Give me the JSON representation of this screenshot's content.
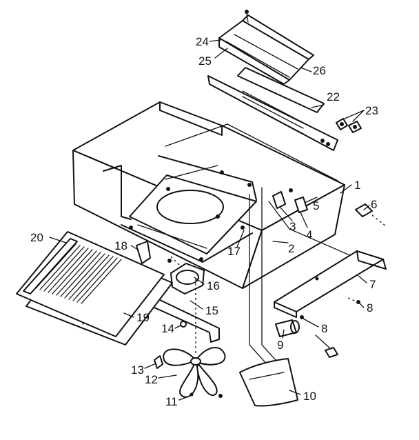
{
  "diagram": {
    "parts": [
      {
        "number": "1",
        "name": "range-hood-body"
      },
      {
        "number": "2",
        "name": "wiring"
      },
      {
        "number": "3",
        "name": "switch"
      },
      {
        "number": "4",
        "name": "switch"
      },
      {
        "number": "5",
        "name": "screw"
      },
      {
        "number": "6",
        "name": "connector"
      },
      {
        "number": "7",
        "name": "light-lens-bracket"
      },
      {
        "number": "8",
        "name": "screw"
      },
      {
        "number": "8",
        "name": "screw"
      },
      {
        "number": "9",
        "name": "lamp-socket"
      },
      {
        "number": "10",
        "name": "damper-cover"
      },
      {
        "number": "11",
        "name": "screw"
      },
      {
        "number": "12",
        "name": "fan-blade"
      },
      {
        "number": "13",
        "name": "screw"
      },
      {
        "number": "14",
        "name": "nut"
      },
      {
        "number": "15",
        "name": "motor-bracket"
      },
      {
        "number": "16",
        "name": "motor"
      },
      {
        "number": "17",
        "name": "screw"
      },
      {
        "number": "18",
        "name": "clip"
      },
      {
        "number": "19",
        "name": "filter"
      },
      {
        "number": "20",
        "name": "grille"
      },
      {
        "number": "22",
        "name": "control-panel"
      },
      {
        "number": "23",
        "name": "knob"
      },
      {
        "number": "24",
        "name": "duct-connector"
      },
      {
        "number": "25",
        "name": "damper"
      },
      {
        "number": "26",
        "name": "damper-plate"
      }
    ]
  }
}
